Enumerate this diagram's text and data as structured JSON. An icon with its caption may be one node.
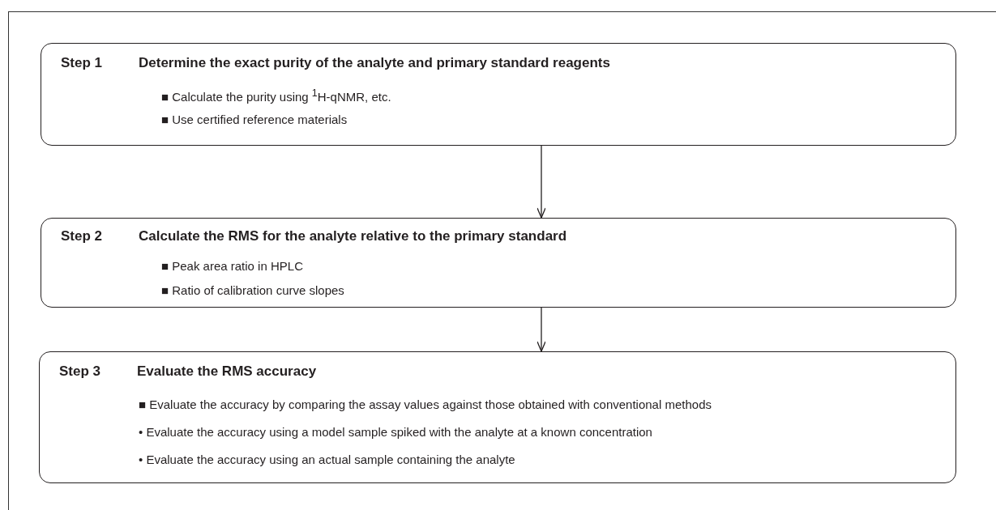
{
  "diagram": {
    "nodes": [
      {
        "text": [
          "Step 1",
          "Determine the exact purity of the analyte and primary standard reagents",
          "■ Calculate the purity using $^{1}$H-qNMR, etc.",
          "■ Use certified reference materials"
        ]
      },
      {
        "text": [
          "Step 2",
          "Calculate the RMS for the analyte relative to the primary standard",
          "■ Peak area ratio in HPLC",
          "■ Ratio of calibration curve slopes"
        ]
      },
      {
        "text": [
          "Step 3",
          "Evaluate the RMS accuracy",
          "■ Evaluate the accuracy by comparing the assay values against those obtained with conventional methods",
          "• Evaluate the accuracy using a model sample spiked with the analyte at a known concentration",
          "• Evaluate the accuracy using an actual sample containing the analyte"
        ]
      }
    ],
    "edges": [
      {
        "from": 0,
        "to": 1,
        "arrow": "to"
      },
      {
        "from": 1,
        "to": 2,
        "arrow": "to"
      }
    ]
  }
}
